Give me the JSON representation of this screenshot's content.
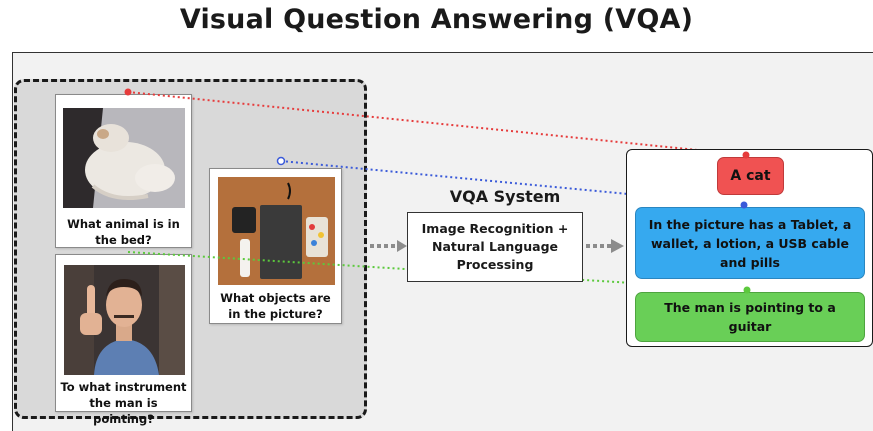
{
  "title": "Visual Question Answering  (VQA)",
  "inputs": {
    "card1": {
      "question": "What animal is in the bed?"
    },
    "card2": {
      "question": "To what instrument the man is pointing?"
    },
    "card3": {
      "question": "What objects are in the picture?"
    }
  },
  "system": {
    "title": "VQA System",
    "description": "Image Recognition + Natural Language Processing"
  },
  "answers": {
    "a1": "A cat",
    "a2": "In the picture has a Tablet, a wallet, a  lotion, a USB cable and pills",
    "a3": "The man is pointing to a guitar"
  },
  "colors": {
    "red": "#e63b3b",
    "blue": "#3a5ad9",
    "green": "#5cc93d",
    "arrow_gray": "#8c8c8c"
  },
  "icons": {
    "photo1": "cat-on-bed-photo",
    "photo2": "man-pointing-photo",
    "photo3": "objects-on-table-photo"
  }
}
